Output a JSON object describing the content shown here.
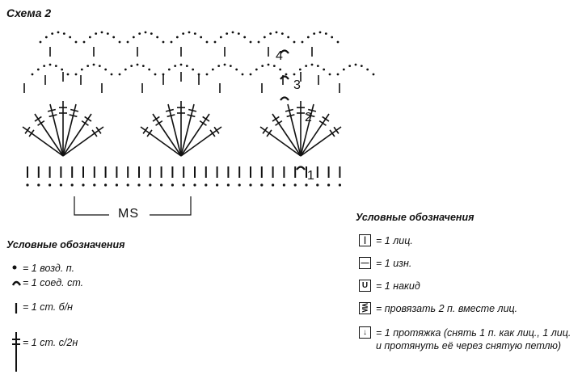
{
  "title": "Схема 2",
  "diagram": {
    "row_numbers": [
      "1",
      "2",
      "3",
      "4"
    ],
    "repeat_label": "MS"
  },
  "legend_left": {
    "heading": "Условные обозначения",
    "items": [
      {
        "icon": "dot-chain-icon",
        "text": "= 1 возд. п."
      },
      {
        "icon": "slip-stitch-arc-icon",
        "text": "= 1 соед. ст."
      },
      {
        "icon": "single-crochet-icon",
        "text": "= 1 ст. б/н"
      },
      {
        "icon": "double-crochet-icon",
        "text": "= 1 ст. с/2н"
      }
    ]
  },
  "legend_right": {
    "heading": "Условные обозначения",
    "items": [
      {
        "icon": "knit-box-icon",
        "symbol": "|",
        "text": "= 1 лиц."
      },
      {
        "icon": "purl-box-icon",
        "symbol": "—",
        "text": "= 1 изн."
      },
      {
        "icon": "yarn-over-box-icon",
        "symbol": "U",
        "text": "= 1 накид"
      },
      {
        "icon": "k2tog-box-icon",
        "symbol": "⋚",
        "text": "= провязать 2 п. вместе лиц."
      },
      {
        "icon": "skp-box-icon",
        "symbol": "↓",
        "text": "= 1 протяжка (снять 1 п. как лиц., 1 лиц. и протянуть её через снятую петлю)"
      }
    ]
  }
}
